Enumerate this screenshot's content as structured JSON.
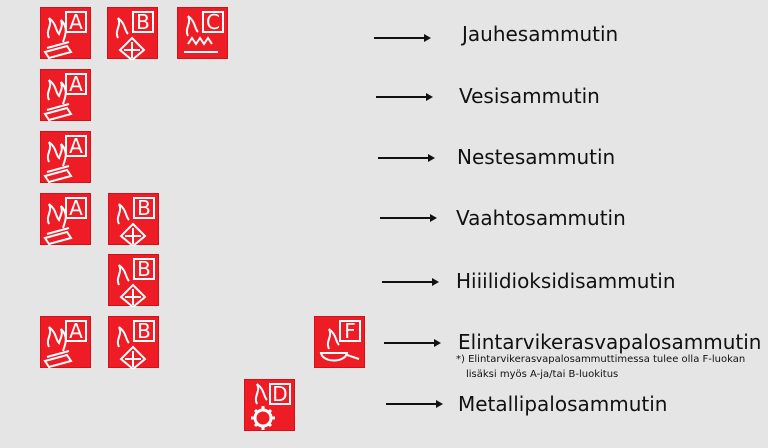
{
  "class_letters": {
    "a": "A",
    "b": "B",
    "c": "C",
    "d": "D",
    "f": "F"
  },
  "colors": {
    "background": "#e5e5e5",
    "icon_red": "#ee1c24",
    "icon_symbol": "#ffffff",
    "text": "#111111"
  },
  "icon_names": {
    "a": "burning-solids-icon",
    "b": "burning-liquid-icon",
    "c": "burning-gas-icon",
    "d": "burning-metal-icon",
    "f": "burning-cooking-oil-icon"
  },
  "extinguishers": [
    {
      "label": "Jauhesammutin",
      "classes": [
        "A",
        "B",
        "C"
      ]
    },
    {
      "label": "Vesisammutin",
      "classes": [
        "A"
      ]
    },
    {
      "label": "Nestesammutin",
      "classes": [
        "A"
      ]
    },
    {
      "label": "Vaahtosammutin",
      "classes": [
        "A",
        "B"
      ]
    },
    {
      "label": "Hiiilidioksidisammutin",
      "classes": [
        "B"
      ]
    },
    {
      "label": "Elintarvikerasvapalosammutin",
      "classes": [
        "A",
        "B",
        "F"
      ]
    },
    {
      "label": "Metallipalosammutin",
      "classes": [
        "D"
      ]
    }
  ],
  "footnote": {
    "line1": "*) Elintarvikerasvapalosammuttimessa tulee olla F-luokan",
    "line2": "lisäksi myös A-ja/tai B-luokitus"
  }
}
